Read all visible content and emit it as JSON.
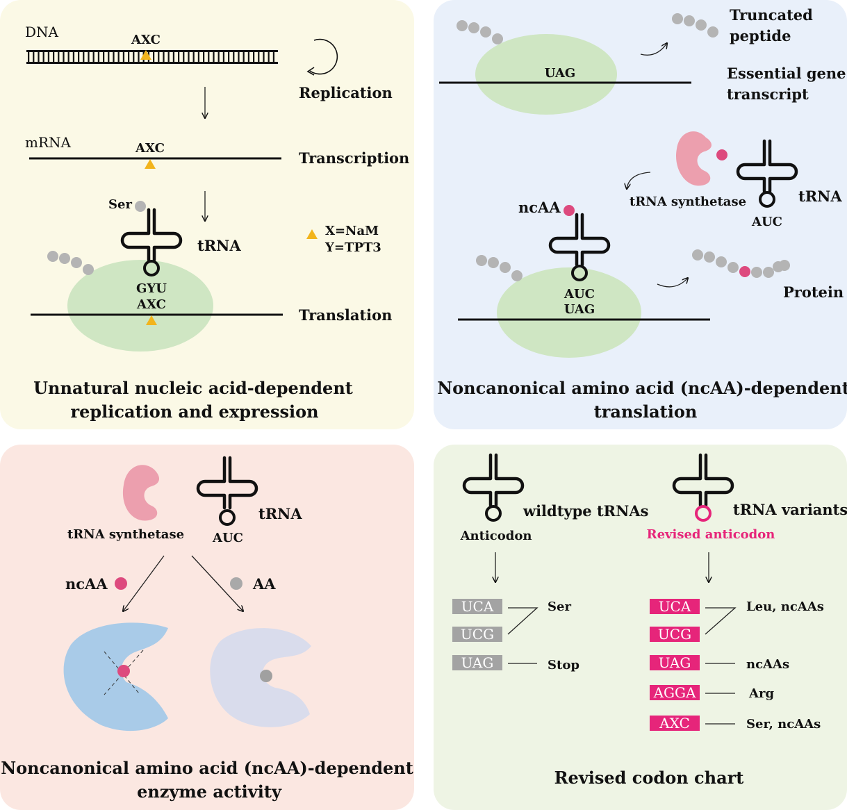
{
  "colors": {
    "panel_yellow": "#fbf9e6",
    "panel_blue": "#e9f0fa",
    "panel_pink": "#fbe7e1",
    "panel_green": "#eef4e4",
    "ribosome": "#cfe6c3",
    "accent_magenta": "#e6257a",
    "ncaa_dot": "#dd4a7e",
    "grey_dot": "#b4b4b4",
    "triangle": "#f2b41c",
    "synthetase": "#ec9fae",
    "enzyme_blue": "#a9cbe8",
    "enzyme_lavender": "#d9dcec",
    "codon_grey": "#a3a3a3"
  },
  "panel1": {
    "dna_label": "DNA",
    "dna_codon": "AXC",
    "replication": "Replication",
    "mrna_label": "mRNA",
    "mrna_codon": "AXC",
    "transcription": "Transcription",
    "ser_label": "Ser",
    "trna_label": "tRNA",
    "anticodon": "GYU",
    "codon": "AXC",
    "translation": "Translation",
    "legend_x": "X=NaM",
    "legend_y": "Y=TPT3",
    "title_line1": "Unnatural nucleic acid-dependent",
    "title_line2": "replication and expression"
  },
  "panel2": {
    "codon_uag": "UAG",
    "truncated_line1": "Truncated",
    "truncated_line2": "peptide",
    "essential_line1": "Essential gene",
    "essential_line2": "transcript",
    "synthetase_label": "tRNA synthetase",
    "trna_label": "tRNA",
    "trna_anticodon": "AUC",
    "ncaa_label": "ncAA",
    "anticodon": "AUC",
    "codon": "UAG",
    "protein": "Protein",
    "title_line1": "Noncanonical amino acid (ncAA)-dependent",
    "title_line2": "translation"
  },
  "panel3": {
    "synthetase_label": "tRNA synthetase",
    "trna_label": "tRNA",
    "anticodon": "AUC",
    "ncaa_label": "ncAA",
    "aa_label": "AA",
    "title_line1": "Noncanonical amino acid (ncAA)-dependent",
    "title_line2": "enzyme activity"
  },
  "panel4": {
    "wildtype_label": "wildtype tRNAs",
    "anticodon_label": "Anticodon",
    "variants_label": "tRNA variants",
    "revised_anticodon_label": "Revised anticodon",
    "left_codons": [
      "UCA",
      "UCG",
      "UAG"
    ],
    "left_ser": "Ser",
    "left_stop": "Stop",
    "right_codons": [
      "UCA",
      "UCG",
      "UAG",
      "AGGA",
      "AXC"
    ],
    "right_leu": "Leu, ncAAs",
    "right_ncaas": "ncAAs",
    "right_arg": "Arg",
    "right_ser": "Ser, ncAAs",
    "title": "Revised codon chart"
  }
}
